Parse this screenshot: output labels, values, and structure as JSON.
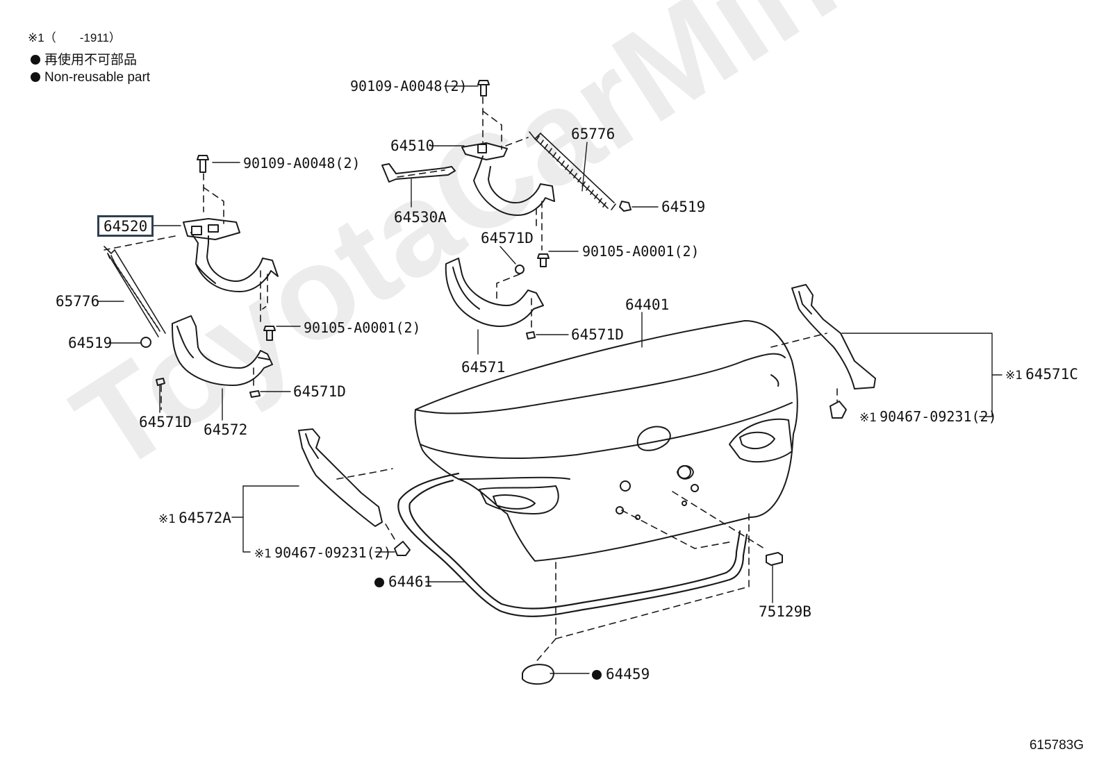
{
  "header": {
    "note": "※1（　　-1911）",
    "legend_jp": "再使用不可部品",
    "legend_en": "Non-reusable part"
  },
  "watermark": "ToyotaCarMine.ru",
  "diagram_code": "615783G",
  "labels": {
    "bolt_top_right": "90109-A0048(2)",
    "hinge_right": "64510",
    "spring_right": "65776",
    "rod_right": "64530A",
    "stopper_right_top": "64519",
    "bumper_right_a": "64571D",
    "bolt_mid_right": "90105-A0001(2)",
    "bumper_right_b": "64571D",
    "cover_right": "64571",
    "lid": "64401",
    "cover_right_outer": "64571C",
    "mark_right_outer": "※1",
    "clip_right": "90467-09231(2)",
    "mark_clip_right": "※1",
    "bolt_top_left": "90109-A0048(2)",
    "hinge_left": "64520",
    "spring_left": "65776",
    "stopper_left": "64519",
    "bolt_mid_left": "90105-A0001(2)",
    "bumper_left_b": "64571D",
    "bumper_left_a": "64571D",
    "cover_left": "64572",
    "cover_left_outer": "64572A",
    "mark_left_outer": "※1",
    "clip_left": "90467-09231(2)",
    "mark_clip_left": "※1",
    "weatherstrip": "64461",
    "pad": "75129B",
    "cushion": "64459"
  }
}
